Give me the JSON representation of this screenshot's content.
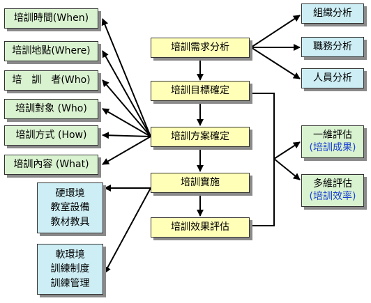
{
  "left_boxes": [
    "培訓時間(When)",
    "培訓地點(Where)",
    "培　訓　者(Who)",
    "培訓對象 (Who)",
    "培訓方式 (How)",
    "培訓內容 (What)"
  ],
  "main_steps": [
    "培訓需求分析",
    "培訓目標確定",
    "培訓方案確定",
    "培訓實施",
    "培訓效果評估"
  ],
  "right_boxes": [
    "組織分析",
    "職務分析",
    "人員分析"
  ],
  "evaluation": [
    {
      "title": "一維評估",
      "sub": "(培訓成果)"
    },
    {
      "title": "多維評估",
      "sub": "(培訓效率)"
    }
  ],
  "hard_env": [
    "硬環境",
    "教室設備",
    "教材教具"
  ],
  "soft_env": [
    "軟環境",
    "訓練制度",
    "訓練管理"
  ]
}
